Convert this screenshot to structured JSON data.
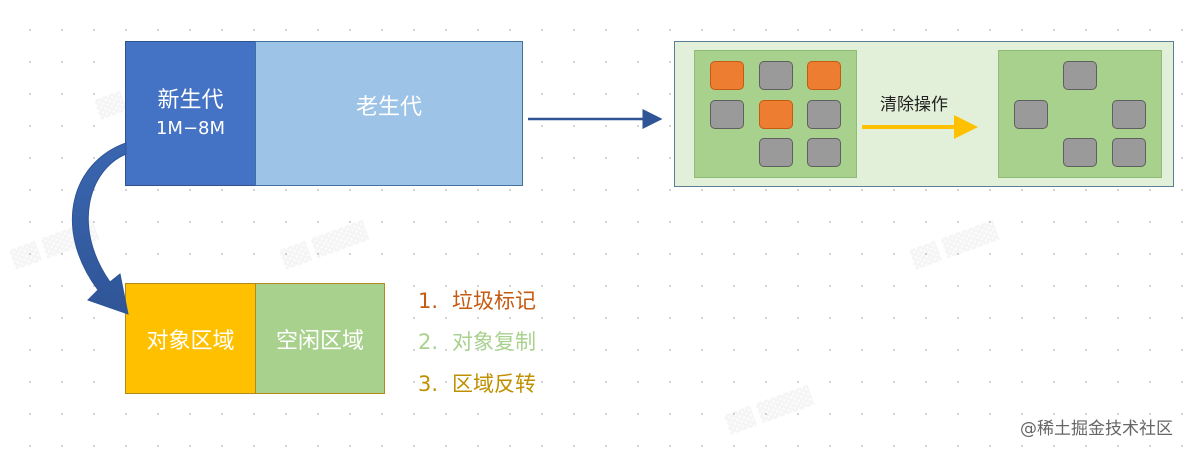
{
  "young_generation": {
    "label": "新生代",
    "size_range": "1M−8M"
  },
  "old_generation": {
    "label": "老生代"
  },
  "cleanup": {
    "action_label": "清除操作",
    "before": [
      {
        "col": 0,
        "row": 0,
        "garbage": true
      },
      {
        "col": 1,
        "row": 0,
        "garbage": false
      },
      {
        "col": 2,
        "row": 0,
        "garbage": true
      },
      {
        "col": 0,
        "row": 1,
        "garbage": false
      },
      {
        "col": 1,
        "row": 1,
        "garbage": true
      },
      {
        "col": 2,
        "row": 1,
        "garbage": false
      },
      {
        "col": 1,
        "row": 2,
        "garbage": false
      },
      {
        "col": 2,
        "row": 2,
        "garbage": false
      }
    ],
    "after": [
      {
        "col": 1,
        "row": 0
      },
      {
        "col": 0,
        "row": 1
      },
      {
        "col": 2,
        "row": 1
      },
      {
        "col": 1,
        "row": 2
      },
      {
        "col": 2,
        "row": 2
      }
    ]
  },
  "semispaces": {
    "from_label": "对象区域",
    "to_label": "空闲区域"
  },
  "steps": [
    {
      "number": "1.",
      "label": "垃圾标记",
      "color": "#c55a11"
    },
    {
      "number": "2.",
      "label": "对象复制",
      "color": "#a9d18e"
    },
    {
      "number": "3.",
      "label": "区域反转",
      "color": "#bf9000"
    }
  ],
  "colors": {
    "young": "#4472c4",
    "old": "#9dc3e6",
    "garbage": "#ed7d31",
    "live": "#9a9a9a",
    "from_space": "#ffc000",
    "to_space": "#a9d18e",
    "connector": "#2f5597",
    "action_arrow": "#ffc000"
  },
  "watermark": "@稀土掘金技术社区"
}
